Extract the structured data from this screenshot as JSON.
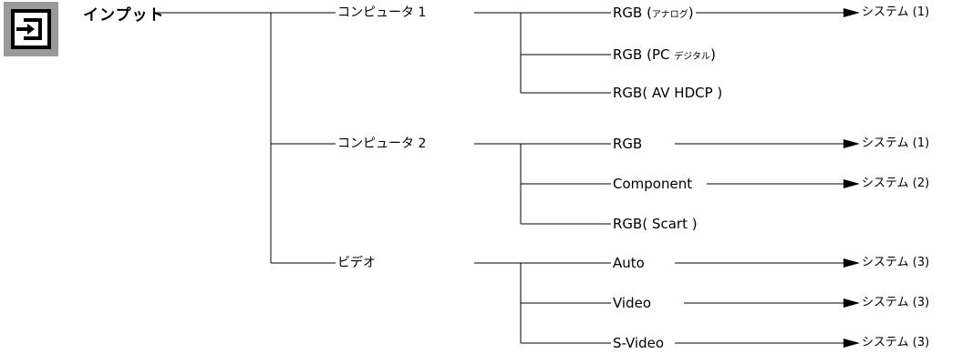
{
  "title": "インプット",
  "sources": [
    {
      "label": "コンピュータ 1",
      "signals": [
        {
          "main": "RGB (",
          "small": "アナログ",
          "tail": ")",
          "system": "システム (1)"
        },
        {
          "main": "RGB (PC ",
          "small": "デジタル",
          "tail": ")",
          "system": ""
        },
        {
          "main": "RGB( AV HDCP )",
          "small": "",
          "tail": "",
          "system": ""
        }
      ]
    },
    {
      "label": "コンピュータ 2",
      "signals": [
        {
          "main": "RGB",
          "small": "",
          "tail": "",
          "system": "システム (1)"
        },
        {
          "main": "Component",
          "small": "",
          "tail": "",
          "system": "システム  (2)"
        },
        {
          "main": "RGB( Scart )",
          "small": "",
          "tail": "",
          "system": ""
        }
      ]
    },
    {
      "label": "ビデオ",
      "signals": [
        {
          "main": "Auto",
          "small": "",
          "tail": "",
          "system": "システム (3)"
        },
        {
          "main": "Video",
          "small": "",
          "tail": "",
          "system": "システム (3)"
        },
        {
          "main": "S-Video",
          "small": "",
          "tail": "",
          "system": "システム (3)"
        }
      ]
    }
  ]
}
